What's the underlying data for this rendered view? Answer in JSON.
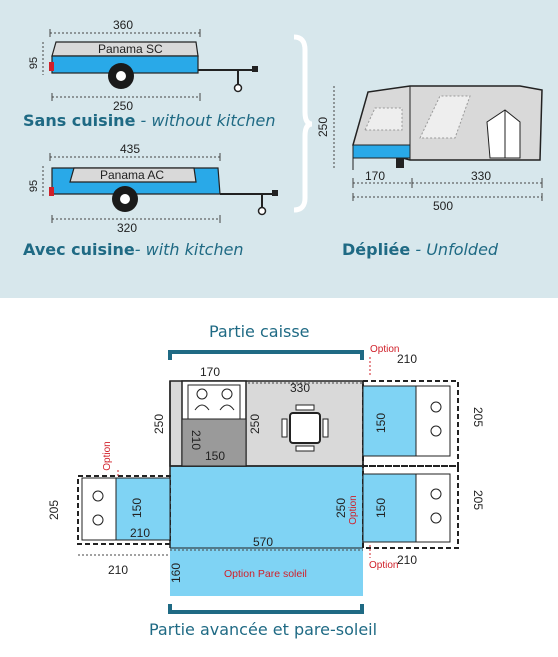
{
  "top_panel": {
    "sans_cuisine": {
      "title_bold": "Sans cuisine",
      "title_italic": " - without kitchen",
      "badge": "Panama SC",
      "length": "360",
      "base": "250",
      "height": "95"
    },
    "avec_cuisine": {
      "title_bold": "Avec cuisine",
      "title_italic": "- with kitchen",
      "badge": "Panama AC",
      "length": "435",
      "base": "320",
      "height": "95"
    },
    "depliee": {
      "title_bold": "Dépliée",
      "title_italic": " - Unfolded",
      "height": "250",
      "part_left": "170",
      "part_right": "330",
      "total": "500"
    }
  },
  "plan": {
    "label_top": "Partie caisse",
    "label_bottom": "Partie avancée et pare-soleil",
    "option_word": "Option",
    "kitchen_width": "170",
    "body_length": "330",
    "body_height": "250",
    "bed_length": "210",
    "bed_width": "150",
    "side_depth": "205",
    "awning_length": "570",
    "awning_height": "250",
    "awning_depth": "160",
    "sunshade_label": "Option Pare soleil"
  },
  "colors": {
    "top_bg": "#d7e7ec",
    "accent": "#1f6a84",
    "blue": "#7fd3f4",
    "trailer_blue": "#29a9e8",
    "grey": "#d9d9d9",
    "option_red": "#d0202a"
  }
}
